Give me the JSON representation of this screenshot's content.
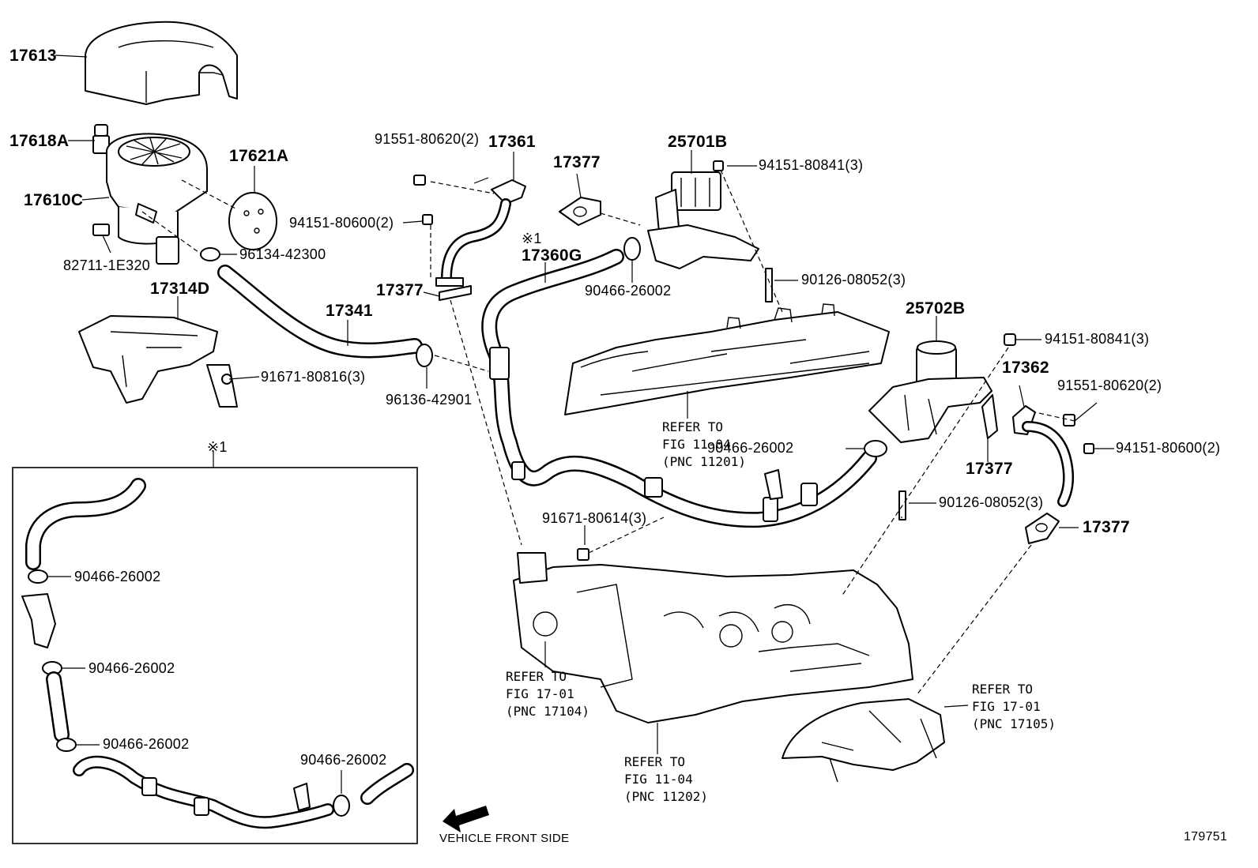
{
  "parts": {
    "p17613": "17613",
    "p17618A": "17618A",
    "p17610C": "17610C",
    "p17621A": "17621A",
    "p82711": "82711-1E320",
    "p96134": "96134-42300",
    "p17314D": "17314D",
    "p91671_816": "91671-80816(3)",
    "p17341": "17341",
    "p96136": "96136-42901",
    "p91551_top": "91551-80620(2)",
    "p17361": "17361",
    "p94151_600_top": "94151-80600(2)",
    "p17377_a": "17377",
    "p17377_b": "17377",
    "p17377_c": "17377",
    "p17377_d": "17377",
    "mark1_top": "※1",
    "p17360G": "17360G",
    "p90466_mid": "90466-26002",
    "p25701B": "25701B",
    "p94151_841_top": "94151-80841(3)",
    "p90126_top": "90126-08052(3)",
    "p25702B": "25702B",
    "p94151_841_right": "94151-80841(3)",
    "p17362": "17362",
    "p91551_right": "91551-80620(2)",
    "p94151_600_right": "94151-80600(2)",
    "p90466_right": "90466-26002",
    "p90126_right": "90126-08052(3)",
    "p91671_614": "91671-80614(3)",
    "inset_mark": "※1",
    "inset_90466_a": "90466-26002",
    "inset_90466_b": "90466-26002",
    "inset_90466_c": "90466-26002",
    "inset_90466_d": "90466-26002",
    "footer_id": "179751"
  },
  "refs": {
    "ref_11201": [
      "REFER TO",
      "FIG 11-04",
      "(PNC 11201)"
    ],
    "ref_17104": [
      "REFER TO",
      "FIG 17-01",
      "(PNC 17104)"
    ],
    "ref_11202": [
      "REFER TO",
      "FIG 11-04",
      "(PNC 11202)"
    ],
    "ref_17105": [
      "REFER TO",
      "FIG 17-01",
      "(PNC 17105)"
    ]
  },
  "direction": {
    "label": "VEHICLE FRONT SIDE"
  }
}
